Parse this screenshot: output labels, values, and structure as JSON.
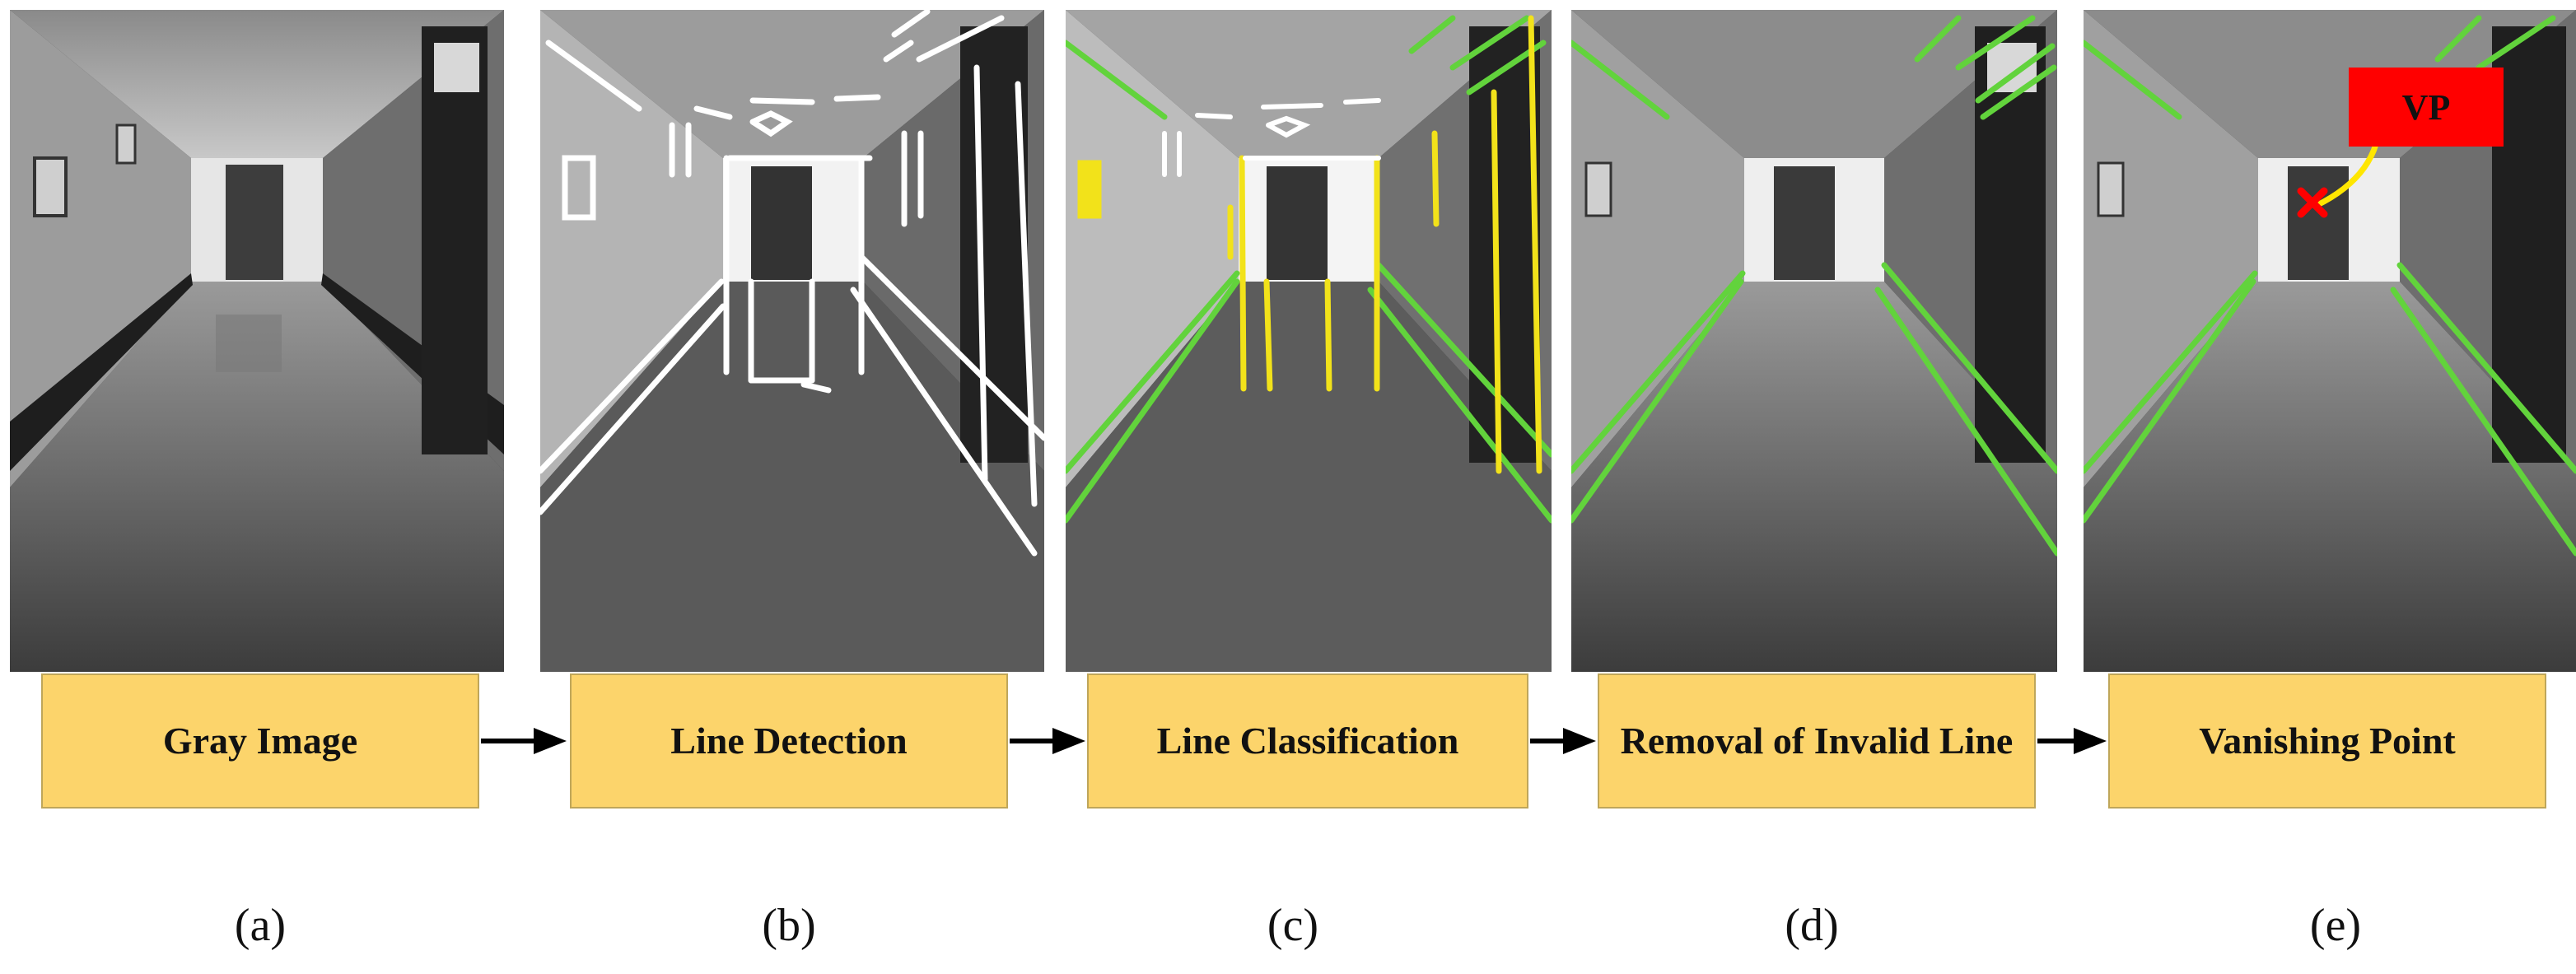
{
  "steps": [
    {
      "label": "Gray Image",
      "sub": "(a)"
    },
    {
      "label": "Line Detection",
      "sub": "(b)"
    },
    {
      "label": "Line Classification",
      "sub": "(c)"
    },
    {
      "label": "Removal of Invalid Line",
      "sub": "(d)"
    },
    {
      "label": "Vanishing Point",
      "sub": "(e)"
    }
  ],
  "vp_tag": "VP",
  "colors": {
    "box_fill": "#fcd46b",
    "valid_line": "#62d33c",
    "invalid_line": "#f2e21a",
    "detected_line": "#ffffff",
    "vp_marker": "#ff0000",
    "vp_pointer": "#ffe600"
  },
  "icons": {
    "flow_arrow": "arrow-right-icon",
    "vp_marker": "x-mark-icon"
  }
}
